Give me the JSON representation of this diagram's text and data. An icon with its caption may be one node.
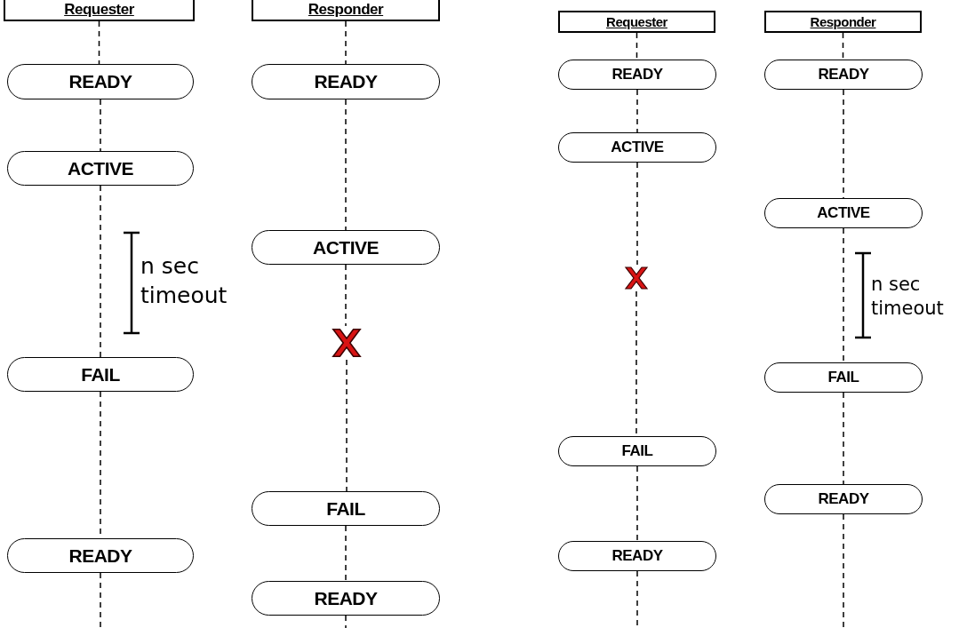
{
  "diagram": {
    "nodes": [
      {
        "text": [
          "Requester"
        ]
      },
      {
        "text": [
          "Responder"
        ]
      },
      {
        "text": [
          "READY"
        ]
      },
      {
        "text": [
          "ACTIVE"
        ]
      },
      {
        "text": [
          "FAIL"
        ]
      },
      {
        "text": [
          "READY"
        ]
      },
      {
        "text": [
          "READY"
        ]
      },
      {
        "text": [
          "ACTIVE"
        ]
      },
      {
        "text": [],
        "shape": "cross"
      },
      {
        "text": [
          "FAIL"
        ]
      },
      {
        "text": [
          "READY"
        ]
      },
      {
        "text": [
          "Requester"
        ]
      },
      {
        "text": [
          "Responder"
        ]
      },
      {
        "text": [
          "READY"
        ]
      },
      {
        "text": [
          "ACTIVE"
        ]
      },
      {
        "text": [],
        "shape": "cross"
      },
      {
        "text": [
          "FAIL"
        ]
      },
      {
        "text": [
          "READY"
        ]
      },
      {
        "text": [
          "READY"
        ]
      },
      {
        "text": [
          "ACTIVE"
        ]
      },
      {
        "text": [
          "FAIL"
        ]
      },
      {
        "text": [
          "READY"
        ]
      }
    ],
    "edges": [
      {
        "from": 0,
        "to": 2,
        "arrow": "none",
        "style": "dashed"
      },
      {
        "from": 2,
        "to": 3,
        "arrow": "none",
        "style": "dashed"
      },
      {
        "from": 3,
        "to": 4,
        "arrow": "none",
        "style": "dashed"
      },
      {
        "from": 4,
        "to": 5,
        "arrow": "none",
        "style": "dashed"
      },
      {
        "from": 5,
        "to": null,
        "arrow": "none",
        "style": "dashed"
      },
      {
        "from": 1,
        "to": 6,
        "arrow": "none",
        "style": "dashed"
      },
      {
        "from": 6,
        "to": 7,
        "arrow": "none",
        "style": "dashed"
      },
      {
        "from": 7,
        "to": 8,
        "arrow": "none",
        "style": "dashed"
      },
      {
        "from": 8,
        "to": 9,
        "arrow": "none",
        "style": "dashed"
      },
      {
        "from": 9,
        "to": 10,
        "arrow": "none",
        "style": "dashed"
      },
      {
        "from": 10,
        "to": null,
        "arrow": "none",
        "style": "dashed"
      },
      {
        "from": 11,
        "to": 13,
        "arrow": "none",
        "style": "dashed"
      },
      {
        "from": 13,
        "to": 14,
        "arrow": "none",
        "style": "dashed"
      },
      {
        "from": 14,
        "to": 15,
        "arrow": "none",
        "style": "dashed"
      },
      {
        "from": 15,
        "to": 16,
        "arrow": "none",
        "style": "dashed"
      },
      {
        "from": 16,
        "to": 17,
        "arrow": "none",
        "style": "dashed"
      },
      {
        "from": 17,
        "to": null,
        "arrow": "none",
        "style": "dashed"
      },
      {
        "from": 12,
        "to": 18,
        "arrow": "none",
        "style": "dashed"
      },
      {
        "from": 18,
        "to": 19,
        "arrow": "none",
        "style": "dashed"
      },
      {
        "from": 19,
        "to": 20,
        "arrow": "none",
        "style": "dashed"
      },
      {
        "from": 20,
        "to": 21,
        "arrow": "none",
        "style": "dashed"
      },
      {
        "from": 21,
        "to": null,
        "arrow": "none",
        "style": "dashed"
      }
    ],
    "labels": [
      "n sec timeout",
      "n sec timeout"
    ]
  }
}
